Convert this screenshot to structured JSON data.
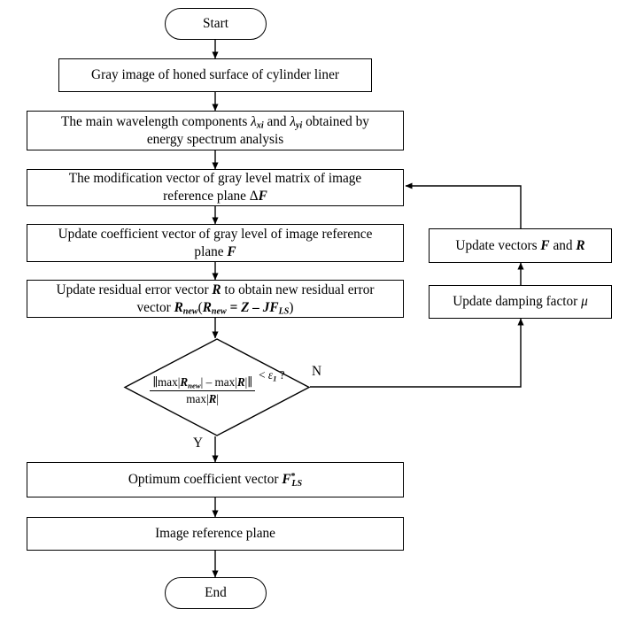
{
  "diagram": {
    "title": "Flowchart of image reference plane computation",
    "colors": {
      "stroke": "#000000",
      "background": "#ffffff",
      "text": "#000000"
    },
    "nodes": {
      "start": {
        "label": "Start",
        "shape": "terminator"
      },
      "gray_image": {
        "label": "Gray image of honed surface of cylinder liner",
        "shape": "process"
      },
      "wavelength": {
        "line1_pre": "The main wavelength components ",
        "lambda_x": "λ",
        "lambda_x_sub": "xi",
        "line1_mid": " and  ",
        "lambda_y": "λ",
        "lambda_y_sub": "yi",
        "line1_post": "  obtained by",
        "line2": "energy spectrum analysis",
        "shape": "process"
      },
      "modification": {
        "line1": "The modification vector of gray level matrix of image",
        "line2_pre": "reference plane ",
        "delta": "Δ",
        "vector": "F",
        "shape": "process"
      },
      "update_coeff": {
        "line1": "Update coefficient vector of gray level of image reference",
        "line2_pre": "plane ",
        "vector": "F",
        "shape": "process"
      },
      "update_residual": {
        "line1_pre": "Update residual error vector ",
        "vector_r": "R",
        "line1_post": " to obtain new residual error",
        "line2_pre": "vector  ",
        "r_new": "R",
        "r_new_sub": "new",
        "paren_open": "(",
        "r_new2": "R",
        "r_new2_sub": "new",
        "equals": " = ",
        "z": "Z",
        "minus": " – ",
        "jf": "JF",
        "jf_sub": "LS",
        "paren_close": ")",
        "shape": "process"
      },
      "decision": {
        "num_pre": "max",
        "num_r_new": "R",
        "num_r_new_sub": "new",
        "num_mid": " – max",
        "num_r": "R",
        "den_pre": "max",
        "den_r": "R",
        "compare": " < ",
        "epsilon": "ε",
        "epsilon_sub": "1",
        "question": " ?",
        "shape": "decision"
      },
      "optimum": {
        "line_pre": "Optimum coefficient vector  ",
        "vector": "F",
        "vector_sup": "*",
        "vector_sub": "LS",
        "shape": "process"
      },
      "image_ref_plane": {
        "label": "Image reference plane",
        "shape": "process"
      },
      "end": {
        "label": "End",
        "shape": "terminator"
      },
      "update_vectors": {
        "pre": "Update vectors  ",
        "vector_f": "F",
        "mid": "  and  ",
        "vector_r": "R",
        "shape": "process"
      },
      "update_damping": {
        "pre": "Update damping factor ",
        "mu": "μ",
        "shape": "process"
      }
    },
    "branch_labels": {
      "no": "N",
      "yes": "Y"
    },
    "edges": [
      {
        "from": "start",
        "to": "gray_image"
      },
      {
        "from": "gray_image",
        "to": "wavelength"
      },
      {
        "from": "wavelength",
        "to": "modification"
      },
      {
        "from": "modification",
        "to": "update_coeff"
      },
      {
        "from": "update_coeff",
        "to": "update_residual"
      },
      {
        "from": "update_residual",
        "to": "decision"
      },
      {
        "from": "decision",
        "to": "optimum",
        "label": "Y"
      },
      {
        "from": "decision",
        "to": "update_damping",
        "label": "N"
      },
      {
        "from": "update_damping",
        "to": "update_vectors"
      },
      {
        "from": "update_vectors",
        "to": "modification"
      },
      {
        "from": "optimum",
        "to": "image_ref_plane"
      },
      {
        "from": "image_ref_plane",
        "to": "end"
      }
    ]
  }
}
